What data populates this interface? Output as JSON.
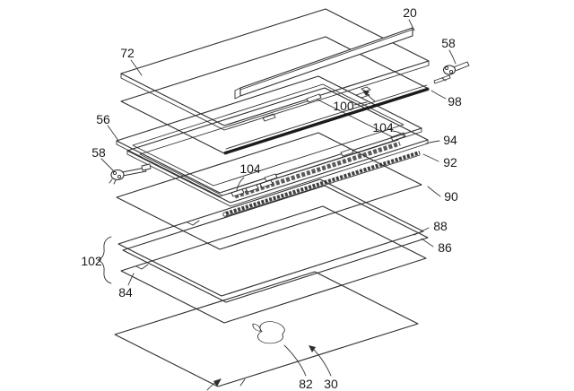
{
  "figure": {
    "kind": "exploded-view patent line drawing of a display assembly",
    "background": "#ffffff",
    "line_color": "#2e2e2e",
    "label_color": "#1a1a1a",
    "labels": {
      "l20": "20",
      "l72": "72",
      "l58r": "58",
      "l98": "98",
      "l100": "100",
      "l104r": "104",
      "l56": "56",
      "l58l": "58",
      "l94": "94",
      "l104l": "104",
      "l92": "92",
      "l90": "90",
      "l88": "88",
      "l86": "86",
      "l102": "102",
      "l84": "84",
      "l82": "82",
      "l30": "30"
    }
  }
}
